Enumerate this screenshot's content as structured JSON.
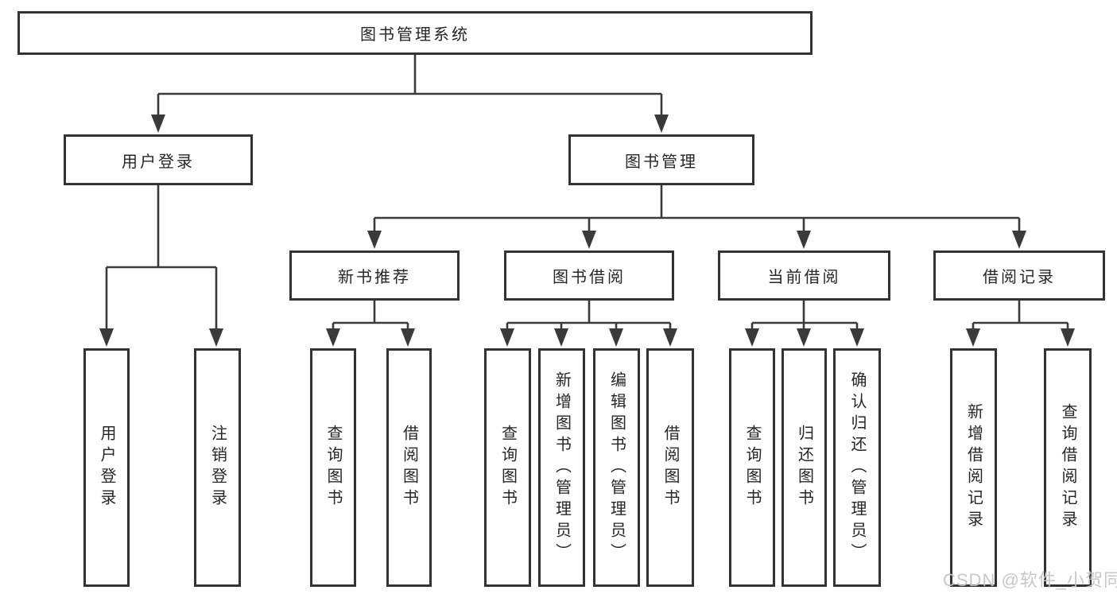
{
  "tree": {
    "label": "图书管理系统",
    "children": [
      {
        "label": "用户登录",
        "children": [
          {
            "label": "用户登录"
          },
          {
            "label": "注销登录"
          }
        ]
      },
      {
        "label": "图书管理",
        "children": [
          {
            "label": "新书推荐",
            "children": [
              {
                "label": "查询图书"
              },
              {
                "label": "借阅图书"
              }
            ]
          },
          {
            "label": "图书借阅",
            "children": [
              {
                "label": "查询图书"
              },
              {
                "label": "新增图书（管理员）"
              },
              {
                "label": "编辑图书（管理员）"
              },
              {
                "label": "借阅图书"
              }
            ]
          },
          {
            "label": "当前借阅",
            "children": [
              {
                "label": "查询图书"
              },
              {
                "label": "归还图书"
              },
              {
                "label": "确认归还（管理员）"
              }
            ]
          },
          {
            "label": "借阅记录",
            "children": [
              {
                "label": "新增借阅记录"
              },
              {
                "label": "查询借阅记录"
              }
            ]
          }
        ]
      }
    ]
  },
  "watermark": {
    "text": "CSDN @软件_小贺同学"
  },
  "colors": {
    "line": "#3a3a3a",
    "box_border": "#333333",
    "text": "#262626",
    "background": "#ffffff",
    "watermark": "#c4c4c4"
  }
}
